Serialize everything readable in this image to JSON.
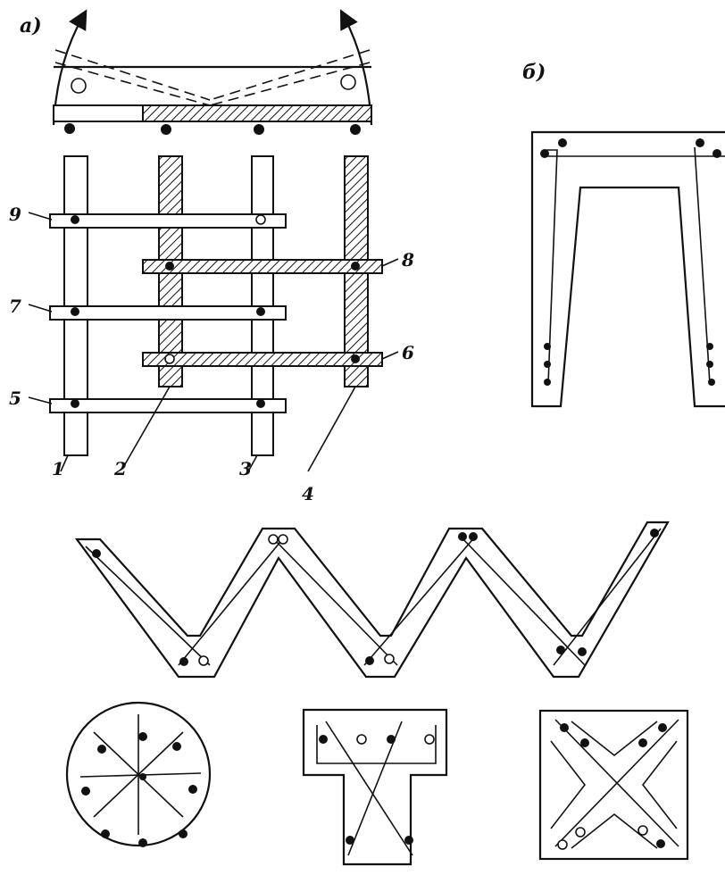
{
  "panels": {
    "a": {
      "label": "а)"
    },
    "b": {
      "label": "б)"
    }
  },
  "callouts": {
    "c1": "1",
    "c2": "2",
    "c3": "3",
    "c4": "4",
    "c5": "5",
    "c6": "6",
    "c7": "7",
    "c8": "8",
    "c9": "9"
  }
}
